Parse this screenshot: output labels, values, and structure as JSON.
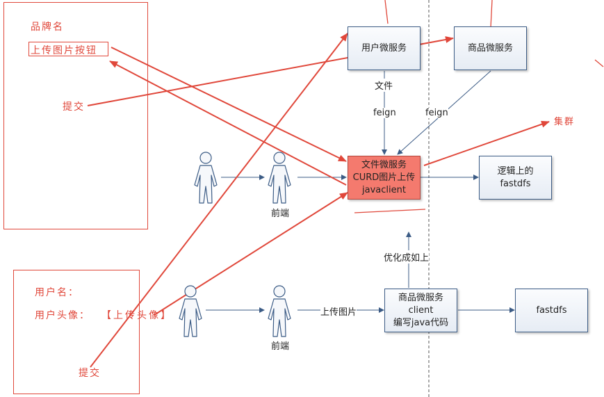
{
  "left_form": {
    "brand_name_label": "品牌名",
    "upload_button_label": "上传图片按钮",
    "submit_label": "提交"
  },
  "user_form": {
    "username_label": "用户名：",
    "avatar_label": "用户头像：",
    "upload_avatar_label": "【上传头像】",
    "submit_label": "提交"
  },
  "nodes": {
    "user_service": "用户微服务",
    "product_service_top": "商品微服务",
    "file_service_line1": "文件微服务",
    "file_service_line2": "CURD图片上传",
    "file_service_line3": "javaclient",
    "logical_fastdfs_line1": "逻辑上的",
    "logical_fastdfs_line2": "fastdfs",
    "product_client_line1": "商品微服务",
    "product_client_line2": "client",
    "product_client_line3": "编写java代码",
    "fastdfs": "fastdfs"
  },
  "edge_labels": {
    "file": "文件",
    "feign_left": "feign",
    "feign_right": "feign",
    "cluster": "集群",
    "frontend_top": "前端",
    "frontend_bottom": "前端",
    "optimize": "优化成如上",
    "upload_image": "上传图片"
  },
  "colors": {
    "annotation_red": "#e0473a",
    "connector_blue": "#3b5b85",
    "highlight_node": "#f47a6e"
  }
}
